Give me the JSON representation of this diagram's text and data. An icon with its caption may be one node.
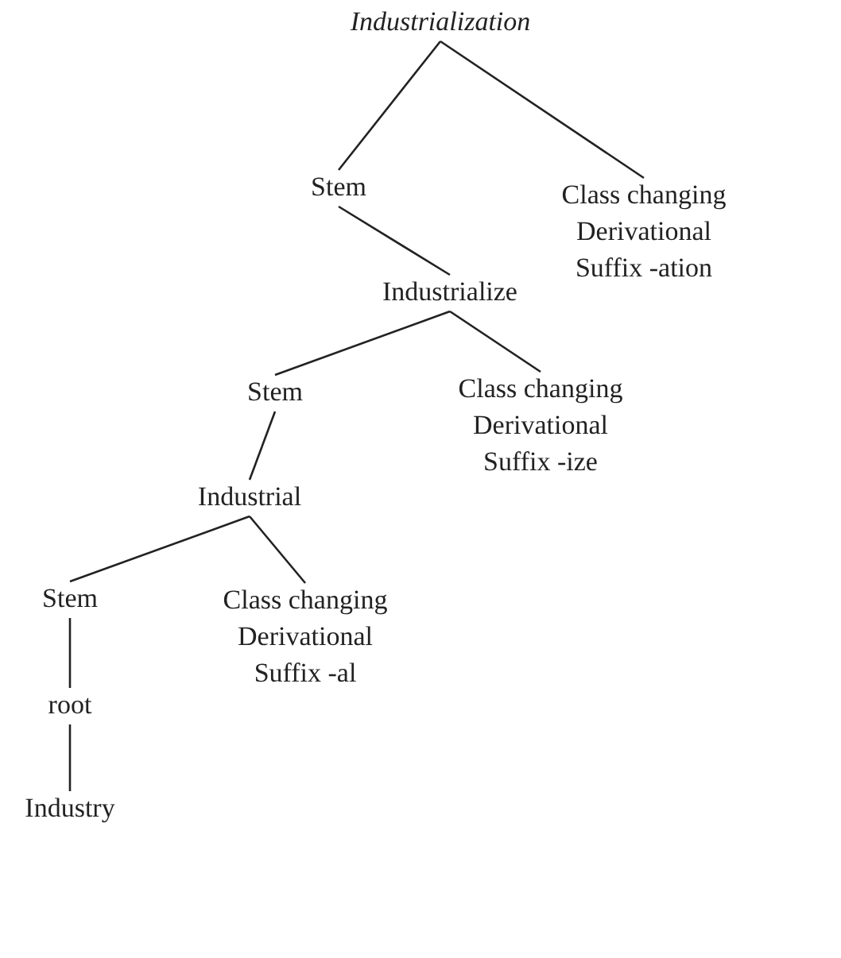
{
  "diagram": {
    "nodes": [
      {
        "text": [
          "Industrialization"
        ]
      },
      {
        "text": [
          "Stem"
        ]
      },
      {
        "text": [
          "Class changing Derivational Suffix -ation"
        ]
      },
      {
        "text": [
          "Industrialize"
        ]
      },
      {
        "text": [
          "Stem"
        ]
      },
      {
        "text": [
          "Class changing Derivational Suffix -ize"
        ]
      },
      {
        "text": [
          "Industrial"
        ]
      },
      {
        "text": [
          "Stem"
        ]
      },
      {
        "text": [
          "Class changing Derivational Suffix -al"
        ]
      },
      {
        "text": [
          "root"
        ]
      },
      {
        "text": [
          "Industry"
        ]
      }
    ],
    "edges": [
      {
        "from": 0,
        "to": 1,
        "arrow": "none"
      },
      {
        "from": 0,
        "to": 2,
        "arrow": "none"
      },
      {
        "from": 1,
        "to": 3,
        "arrow": "none"
      },
      {
        "from": 3,
        "to": 4,
        "arrow": "none"
      },
      {
        "from": 3,
        "to": 5,
        "arrow": "none"
      },
      {
        "from": 4,
        "to": 6,
        "arrow": "none"
      },
      {
        "from": 6,
        "to": 7,
        "arrow": "none"
      },
      {
        "from": 6,
        "to": 8,
        "arrow": "none"
      },
      {
        "from": 7,
        "to": 9,
        "arrow": "none"
      },
      {
        "from": 9,
        "to": 10,
        "arrow": "none"
      }
    ]
  }
}
